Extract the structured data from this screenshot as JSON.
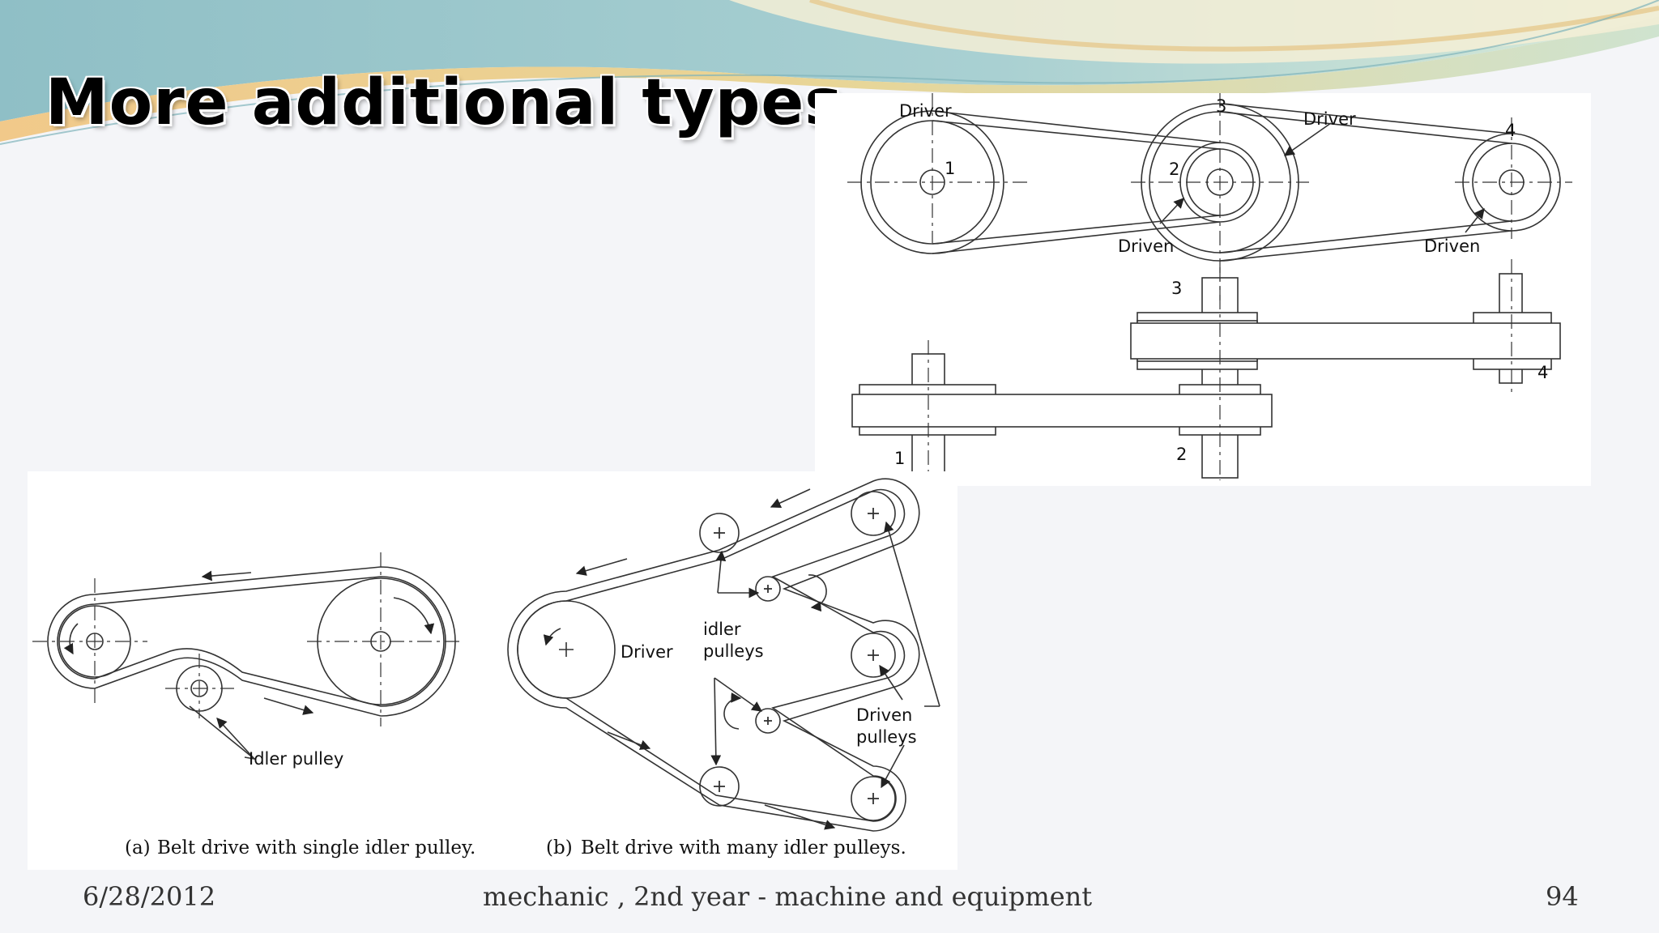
{
  "slide": {
    "title": "More additional types",
    "footer_date": "6/28/2012",
    "footer_center": "mechanic , 2nd year - machine and equipment",
    "page_number": "94"
  },
  "compound_drive": {
    "label_driver_1": "Driver",
    "label_driver_3": "Driver",
    "label_driven_2": "Driven",
    "label_driven_4": "Driven",
    "num_1": "1",
    "num_2": "2",
    "num_3": "3",
    "num_4": "4",
    "side_num_1": "1",
    "side_num_2": "2",
    "side_num_3": "3",
    "side_num_4": "4"
  },
  "idler_drives": {
    "idler_pulley_label": "Idler pulley",
    "driver_label": "Driver",
    "idler_pulleys_line1": "idler",
    "idler_pulleys_line2": "pulleys",
    "driven_pulleys_line1": "Driven",
    "driven_pulleys_line2": "pulleys",
    "caption_a_tag": "(a)",
    "caption_a_text": "Belt drive with single idler pulley.",
    "caption_b_tag": "(b)",
    "caption_b_text": "Belt drive with many idler pulleys."
  },
  "colors": {
    "swoosh_teal": "#8fc4c9",
    "swoosh_gold": "#e3cf8a",
    "swoosh_cream": "#f4ecd0",
    "line": "#333333"
  }
}
